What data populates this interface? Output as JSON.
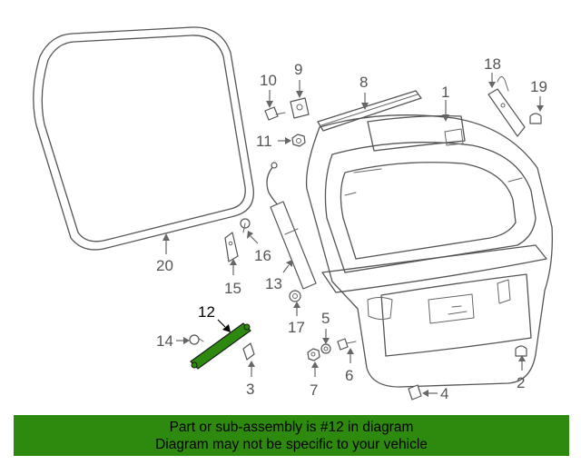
{
  "diagram": {
    "labels": {
      "p1": "1",
      "p2": "2",
      "p3": "3",
      "p4": "4",
      "p5": "5",
      "p6": "6",
      "p7": "7",
      "p8": "8",
      "p9": "9",
      "p10": "10",
      "p11": "11",
      "p12": "12",
      "p13": "13",
      "p14": "14",
      "p15": "15",
      "p16": "16",
      "p17": "17",
      "p18": "18",
      "p19": "19",
      "p20": "20"
    },
    "highlight_color": "#2e8a0e",
    "highlighted_part": "12"
  },
  "banner": {
    "line1": "Part or sub-assembly is #12 in diagram",
    "line2": "Diagram may not be specific to your vehicle",
    "color": "#2e8a0e"
  }
}
